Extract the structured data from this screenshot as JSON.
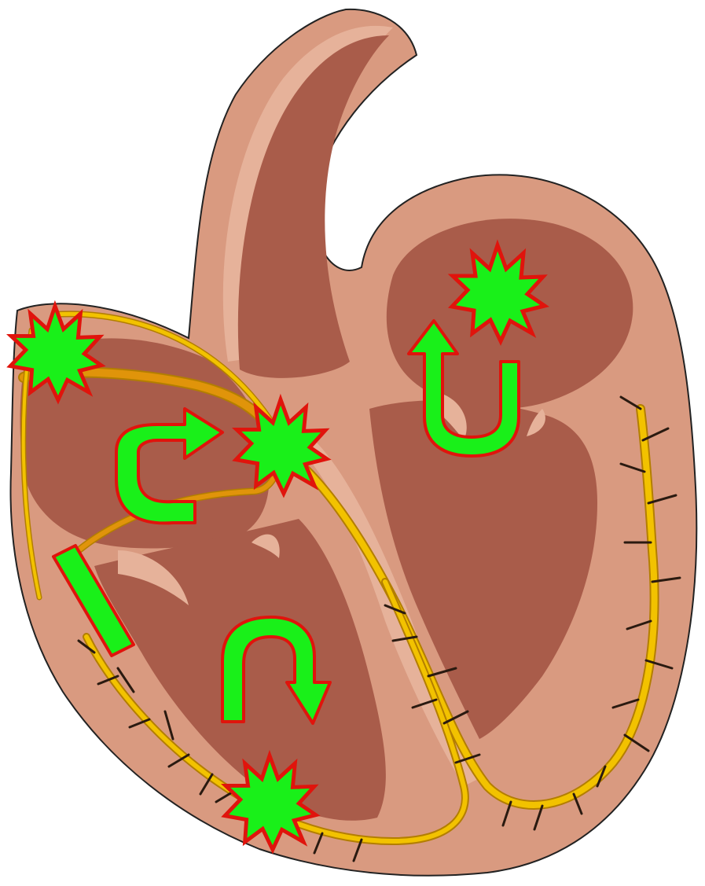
{
  "diagram": {
    "subject": "heart-conduction-system",
    "colors": {
      "background": "#ffffff",
      "heart_wall": "#d99a80",
      "heart_wall_light": "#e6b29a",
      "chamber": "#a95c4a",
      "outline": "#222222",
      "conduction_path": "#f2c200",
      "conduction_edge": "#b37e00",
      "marker_fill": "#19f019",
      "marker_stroke": "#e0140c",
      "fibers": "#2a1a10"
    },
    "markers": [
      {
        "kind": "burst",
        "name": "burst-icon-top-left"
      },
      {
        "kind": "burst",
        "name": "burst-icon-av-node"
      },
      {
        "kind": "burst",
        "name": "burst-icon-left-atrium"
      },
      {
        "kind": "burst",
        "name": "burst-icon-apex"
      },
      {
        "kind": "u-arrow",
        "name": "u-turn-arrow-right-atrium"
      },
      {
        "kind": "u-arrow",
        "name": "u-turn-arrow-left-atrium"
      },
      {
        "kind": "u-arrow",
        "name": "u-turn-arrow-right-ventricle"
      },
      {
        "kind": "bar",
        "name": "block-bar-icon"
      }
    ]
  }
}
